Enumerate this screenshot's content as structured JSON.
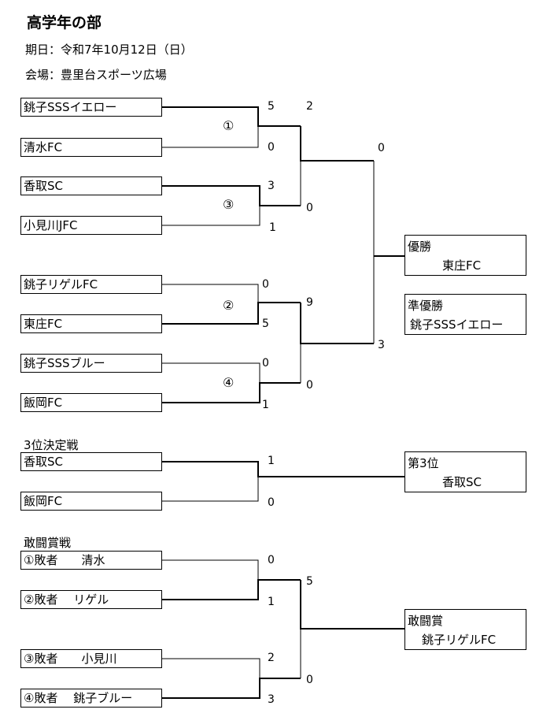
{
  "title": "高学年の部",
  "date": "期日：令和7年10月12日（日）",
  "venue": "会場：豊里台スポーツ広場",
  "main_bracket": {
    "teams": [
      "銚子SSSイエロー",
      "清水FC",
      "香取SC",
      "小見川JFC",
      "銚子リゲルFC",
      "東庄FC",
      "銚子SSSブルー",
      "飯岡FC"
    ],
    "match_numbers": [
      "①",
      "③",
      "②",
      "④"
    ],
    "r1_scores": [
      "5",
      "0",
      "3",
      "1",
      "0",
      "5",
      "0",
      "1"
    ],
    "semi_scores": [
      "2",
      "0",
      "9",
      "0"
    ],
    "final_scores": [
      "0",
      "3"
    ]
  },
  "results": {
    "champion_label": "優勝",
    "champion": "東庄FC",
    "runnerup_label": "準優勝",
    "runnerup": "銚子SSSイエロー"
  },
  "third_place": {
    "heading": "3位決定戦",
    "teams": [
      "香取SC",
      "飯岡FC"
    ],
    "scores": [
      "1",
      "0"
    ],
    "result_label": "第3位",
    "result": "香取SC"
  },
  "fighting_spirit": {
    "heading": "敢闘賞戦",
    "teams": [
      "①敗者　　清水",
      "②敗者　 リゲル",
      "③敗者　　小見川",
      "④敗者　 銚子ブルー"
    ],
    "r1_scores": [
      "0",
      "1",
      "2",
      "3"
    ],
    "final_scores": [
      "5",
      "0"
    ],
    "result_label": "敢闘賞",
    "result": "銚子リゲルFC"
  }
}
